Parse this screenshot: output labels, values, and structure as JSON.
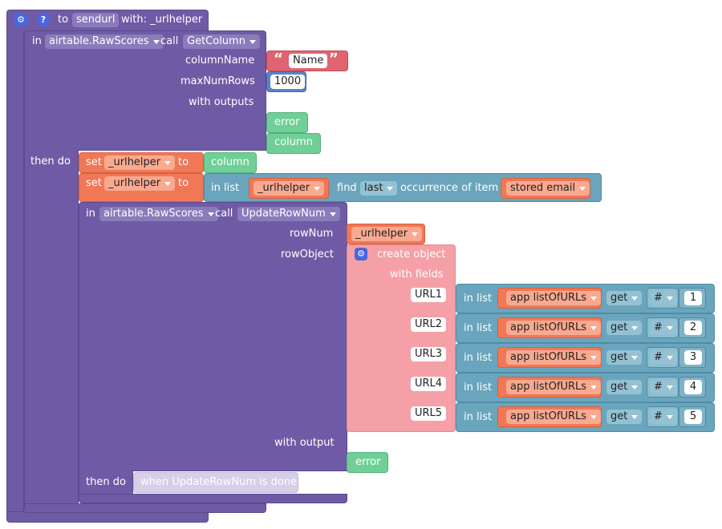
{
  "procedure": {
    "gear_icon": "gear-icon",
    "help_icon": "help-icon",
    "to_label": "to",
    "name": "sendurl",
    "with_label": "with: _urlhelper"
  },
  "get_column": {
    "in_label": "in",
    "component": "airtable.RawScores",
    "call_label": "call",
    "method": "GetColumn",
    "params": {
      "columnName": "columnName",
      "maxNumRows": "maxNumRows",
      "with_outputs": "with outputs"
    },
    "columnName_value": "Name",
    "quote_open": "“",
    "quote_close": "”",
    "maxNumRows_value": "1000",
    "outputs": [
      "error",
      "column"
    ],
    "then_do": "then do"
  },
  "set1": {
    "set_label": "set",
    "var": "_urlhelper",
    "to_label": "to",
    "value": "column"
  },
  "set2": {
    "set_label": "set",
    "var": "_urlhelper",
    "to_label": "to",
    "in_list": "in list",
    "list_var": "_urlhelper",
    "find_label": "find",
    "find_mode": "last",
    "occurrence_label": "occurrence of item",
    "item_var": "stored email"
  },
  "update_row": {
    "in_label": "in",
    "component": "airtable.RawScores",
    "call_label": "call",
    "method": "UpdateRowNum",
    "rowNum_label": "rowNum",
    "rowNum_value": "_urlhelper",
    "rowObject_label": "rowObject",
    "with_output": "with output",
    "output": "error",
    "then_do": "then do",
    "callback": "when UpdateRowNum is done"
  },
  "create_object": {
    "label": "create object",
    "with_fields": "with fields",
    "fields": [
      {
        "key": "URL1",
        "in_list": "in list",
        "list": "app listOfURLs",
        "op": "get",
        "idx_mode": "#",
        "idx": "1"
      },
      {
        "key": "URL2",
        "in_list": "in list",
        "list": "app listOfURLs",
        "op": "get",
        "idx_mode": "#",
        "idx": "2"
      },
      {
        "key": "URL3",
        "in_list": "in list",
        "list": "app listOfURLs",
        "op": "get",
        "idx_mode": "#",
        "idx": "3"
      },
      {
        "key": "URL4",
        "in_list": "in list",
        "list": "app listOfURLs",
        "op": "get",
        "idx_mode": "#",
        "idx": "4"
      },
      {
        "key": "URL5",
        "in_list": "in list",
        "list": "app listOfURLs",
        "op": "get",
        "idx_mode": "#",
        "idx": "5"
      }
    ]
  },
  "colors": {
    "procedure": "#6f5ba5",
    "variable": "#f07857",
    "list": "#6aa5bd",
    "event": "#6fcf97",
    "text": "#e06471",
    "dictionary": "#f4a0a6",
    "math": "#5a83c9"
  }
}
